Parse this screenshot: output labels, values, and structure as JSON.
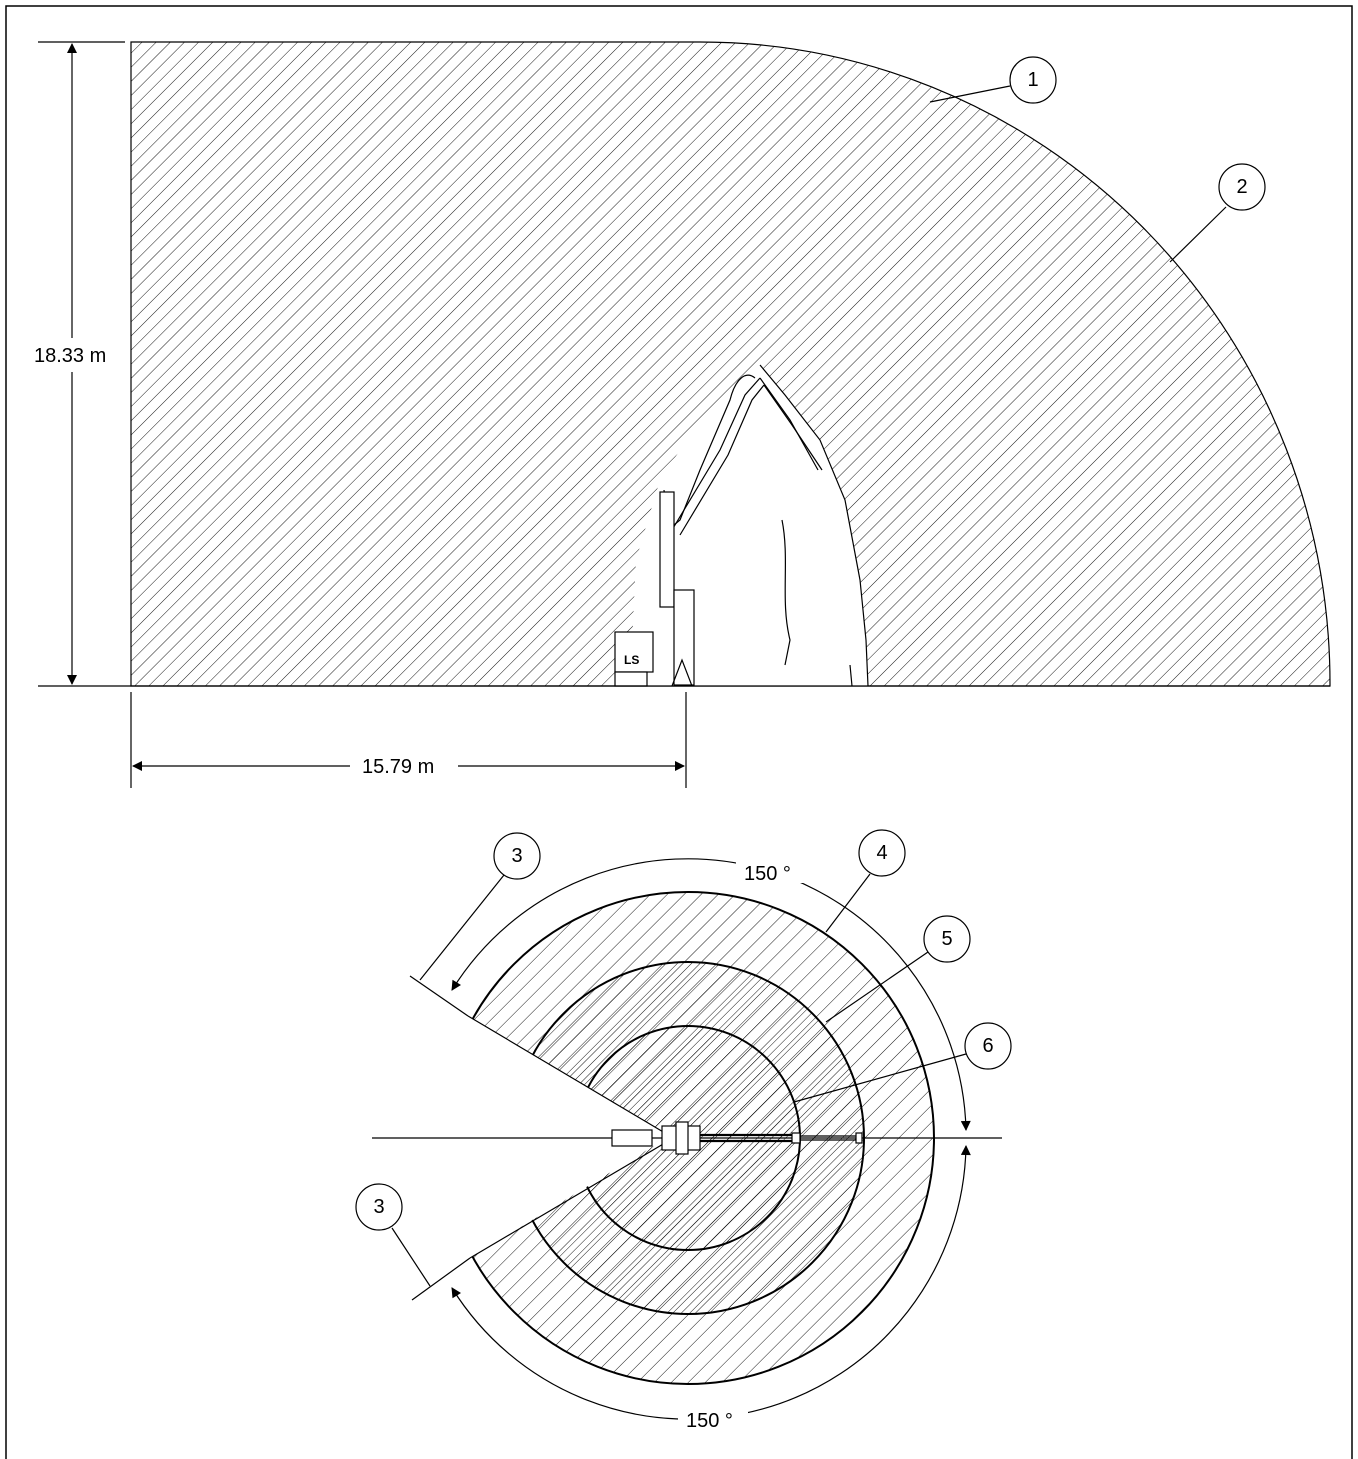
{
  "side_view": {
    "height_dimension": "18.33 m",
    "reach_dimension": "15.79 m"
  },
  "plan_view": {
    "angle_top": "150 °",
    "angle_bottom": "150 °"
  },
  "callouts": [
    "1",
    "2",
    "3",
    "4",
    "5",
    "6",
    "3"
  ]
}
